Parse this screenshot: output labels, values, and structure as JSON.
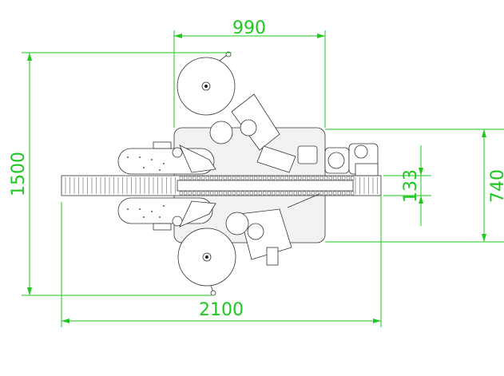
{
  "drawing": {
    "dimensions": {
      "top_width": "990",
      "overall_height": "1500",
      "overall_length": "2100",
      "right_height": "740",
      "conveyor_width": "133"
    },
    "colors": {
      "dimension": "#1ec81e",
      "machine_line": "#333333"
    }
  }
}
